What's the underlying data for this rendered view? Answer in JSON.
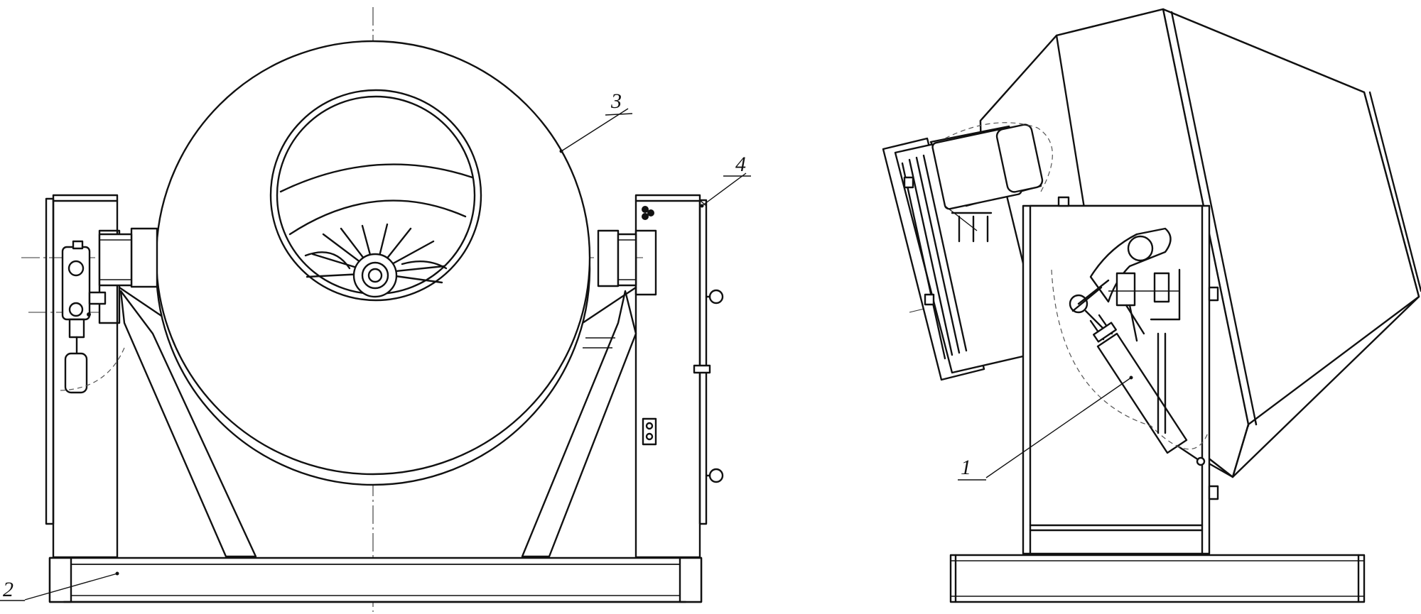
{
  "callouts": [
    {
      "id": "1",
      "text": "1"
    },
    {
      "id": "2",
      "text": "2"
    },
    {
      "id": "3",
      "text": "3"
    },
    {
      "id": "4",
      "text": "4"
    }
  ],
  "colors": {
    "line": "#111111",
    "background": "#ffffff",
    "centerline": "#333333"
  }
}
